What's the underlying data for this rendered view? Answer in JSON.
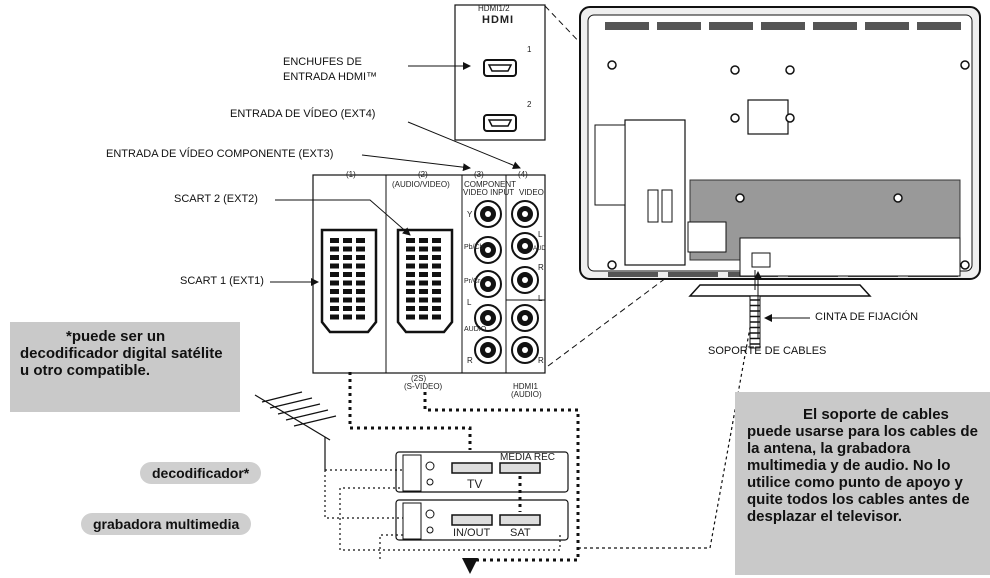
{
  "labels": {
    "hdmi_sockets_line1": "ENCHUFES DE",
    "hdmi_sockets_line2": "ENTRADA HDMI™",
    "video_input_ext4": "ENTRADA DE VÍDEO (EXT4)",
    "component_input_ext3": "ENTRADA DE VÍDEO COMPONENTE (EXT3)",
    "scart2": "SCART 2 (EXT2)",
    "scart1": "SCART 1 (EXT1)",
    "fixing_strap": "CINTA DE FIJACIÓN",
    "cable_holder": "SOPORTE DE CABLES"
  },
  "panel": {
    "hdmi12": "HDMI1/2",
    "hdmi_logo": "HDMI",
    "port1": "1",
    "port2": "2",
    "ext1": "(1)",
    "ext2": "(2)",
    "audio_video": "(AUDIO/VIDEO)",
    "ext3": "(3)",
    "component_line1": "COMPONENT",
    "component_line2": "VIDEO INPUT",
    "ext4": "(4)",
    "video": "VIDEO",
    "y": "Y",
    "pb": "Pb/Cb",
    "pr": "Pr/Cr",
    "l": "L",
    "r": "R",
    "audio": "AUDIO",
    "audio_small": "AUD",
    "svideo_num": "(2S)",
    "svideo": "(S-VIDEO)",
    "hdmi1": "HDMI1",
    "hdmi1_audio": "(AUDIO)"
  },
  "devices": {
    "media_rec": "MEDIA REC",
    "tv": "TV",
    "in_out": "IN/OUT",
    "sat": "SAT"
  },
  "notes": {
    "decoder_note": "*puede ser un decodificador digital satélite u otro compatible.",
    "cable_note": "El soporte de cables puede usarse para los cables de la antena, la grabadora multimedia y de audio. No lo utilice como punto de apoyo y quite todos los cables antes de desplazar el televisor."
  },
  "tags": {
    "decoder": "decodificador*",
    "recorder": "grabadora multimedia"
  }
}
